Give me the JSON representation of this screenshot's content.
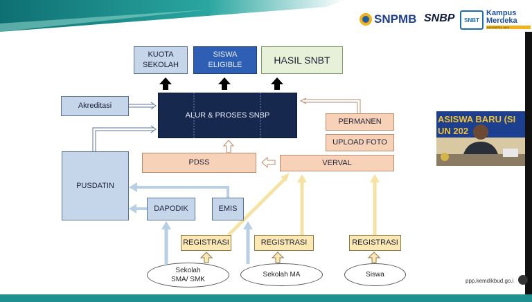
{
  "header": {
    "logos": [
      "SNPMB",
      "SNBP",
      "SNBT",
      "Kampus Merdeka"
    ],
    "logo_tagline_kampus": "INDONESIA JAYA"
  },
  "diagram": {
    "kuota_sekolah": "KUOTA SEKOLAH",
    "siswa_eligible": "SISWA ELIGIBLE",
    "hasil_snbt": "HASIL SNBT",
    "akreditasi": "Akreditasi",
    "alur_proses": "ALUR & PROSES SNBP",
    "permanen": "PERMANEN",
    "upload_foto": "UPLOAD FOTO",
    "pdss": "PDSS",
    "verval": "VERVAL",
    "pusdatin": "PUSDATIN",
    "dapodik": "DAPODIK",
    "emis": "EMIS",
    "registrasi_1": "REGISTRASI",
    "registrasi_2": "REGISTRASI",
    "registrasi_3": "REGISTRASI",
    "sekolah_sma_smk_line1": "Sekolah",
    "sekolah_sma_smk_line2": "SMA/ SMK",
    "sekolah_ma": "Sekolah MA",
    "siswa": "Siswa"
  },
  "side_video": {
    "caption_line1": "ASISWA BARU (SI",
    "caption_line2": "UN 202"
  },
  "footer": {
    "url": "ppp.kemdikbud.go.i"
  },
  "colors": {
    "navy": "#17284f",
    "blue_box": "#c6d6ea",
    "peach_box": "#f8d2b8",
    "yellow_box": "#fbe8b2",
    "arrow_blue": "#b9cfe6",
    "arrow_yellow": "#f6e3a4",
    "header_teal": "#1f8f8f"
  }
}
